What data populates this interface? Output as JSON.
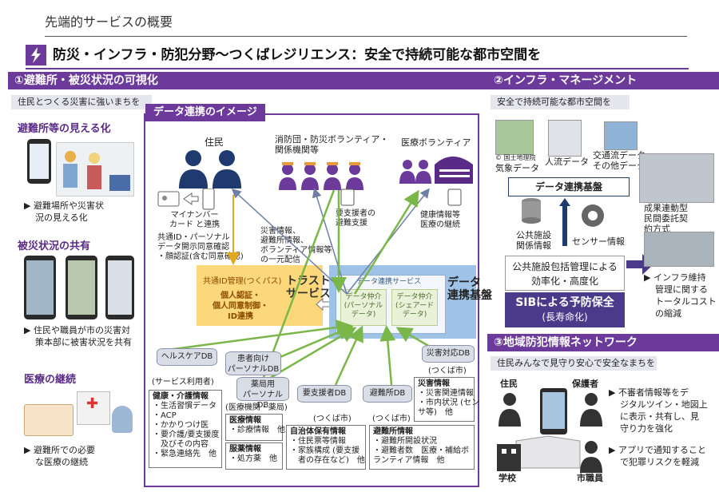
{
  "page_heading": "先端的サービスの概要",
  "main_title": "防災・インフラ・防犯分野～つくばレジリエンス：安全で持続可能な都市空間を",
  "s1": {
    "header": "①避難所・被災状況の可視化",
    "sub": "住民とつくる災害に強いまちを",
    "a_title": "避難所等の見える化",
    "a_b1": "避難場所や災害状",
    "a_b2": "況の見える化",
    "b_title": "被災状況の共有",
    "b_b1": "住民や職員が市の災害対",
    "b_b2": "策本部に被害状況を共有",
    "c_title": "医療の継続",
    "c_b1": "避難所での必要",
    "c_b2": "な医療の継続"
  },
  "dia": {
    "title": "データ連携のイメージ",
    "resident": "住民",
    "volunteer1": "消防団・防災ボランティア・",
    "volunteer2": "関係機関等",
    "medvol": "医療ボランティア",
    "mynum1": "マイナンバー",
    "mynum2": "カード と連携",
    "consent1": "共通ID・パーソナル",
    "consent2": "データ開示同意確認",
    "consent3": "・顔認証(含む同意確認)",
    "disaster1": "災害情報、",
    "disaster2": "避難所情報、",
    "disaster3": "ボランティア情報等",
    "disaster4": "の一元配信",
    "support1": "要支援者の",
    "support2": "避難支援",
    "health1": "健康情報等",
    "health2": "医療の継続",
    "idm_title": "共通ID管理(つくパス)",
    "idm1": "個人認証・",
    "idm2": "個人同意制御・",
    "idm3": "ID連携",
    "trust1": "トラスト",
    "trust2": "サービス",
    "dl_title": "データ連携サービス",
    "broker1a": "データ仲介",
    "broker1b": "(パーソナル",
    "broker1c": "データ)",
    "broker2a": "データ仲介",
    "broker2b": "(シェアード",
    "broker2c": "データ)",
    "base1": "データ",
    "base2": "連携基盤",
    "healthdb": "ヘルスケアDB",
    "patientdb1": "患者向け",
    "patientdb2": "パーソナルDB",
    "pharmdb1": "薬局用",
    "pharmdb2": "パーソナルDB",
    "supportdb": "要支援者DB",
    "shelterdb": "避難所DB",
    "disasterdb": "災害対応DB",
    "lbl_user": "(サービス利用者)",
    "lbl_med": "(医療機関・薬局)",
    "lbl_city1": "(つくば市)",
    "lbl_city2": "(つくば市)",
    "lbl_city3": "(つくば市)",
    "b_health_t": "健康・介護情報",
    "b_health": [
      "・生活習慣データ",
      "・ACP",
      "・かかりつけ医",
      "・要介護/要支援度",
      "　及びその内容",
      "・緊急連絡先　他"
    ],
    "b_med_t": "医療情報",
    "b_med": [
      "・診療情報　他"
    ],
    "b_drug_t": "服薬情報",
    "b_drug": [
      "・処方薬　他"
    ],
    "b_local_t": "自治体保有情報",
    "b_local": [
      "・住民票等情報",
      "・家族構成 (要支援",
      "　者の存在など)　他"
    ],
    "b_shelter_t": "避難所情報",
    "b_shelter": [
      "・避難所開設状況",
      "・避難者数　医療・補給ボ",
      "ランティア情報　他"
    ],
    "b_disaster_t": "災害情報",
    "b_disaster": [
      "・災害関連情報",
      "・市内状況 (セン",
      "サ等)　他"
    ]
  },
  "s2": {
    "header": "②インフラ・マネージメント",
    "sub": "安全で持続可能な都市空間を",
    "copyright": "© 国土地理院",
    "weather": "気象データ",
    "people": "人流データ",
    "traffic1": "交通流データ",
    "traffic2": "その他データ",
    "platform": "データ連携基盤",
    "pfm1": "公共施設",
    "pfm2": "関係情報",
    "sensor": "センサー情報",
    "sib1": "成果連動型",
    "sib2": "民間委託契",
    "sib3": "約方式",
    "mgmt1": "公共施設包括管理による",
    "mgmt2": "効率化・高度化",
    "pres1": "SIBによる予防保全",
    "pres2": "(長寿命化)",
    "b1": "インフラ維持",
    "b2": "管理に関する",
    "b3": "トータルコスト",
    "b4": "の縮減"
  },
  "s3": {
    "header": "③地域防犯情報ネットワーク",
    "sub": "住民みんなで見守り安心で安全なまちを",
    "resident": "住民",
    "guardian": "保護者",
    "school": "学校",
    "staff": "市職員",
    "b1": [
      "不審者情報等をデ",
      "ジタルツイン・地図上",
      "に表示・共有し、見",
      "守り力を強化"
    ],
    "b2": [
      "アプリで通知すること",
      "で犯罪リスクを軽減"
    ]
  },
  "colors": {
    "purple": "#6b3a9a",
    "navy": "#1f3a6e",
    "yellow": "#fdd87a",
    "blue": "#9ec3e6"
  }
}
